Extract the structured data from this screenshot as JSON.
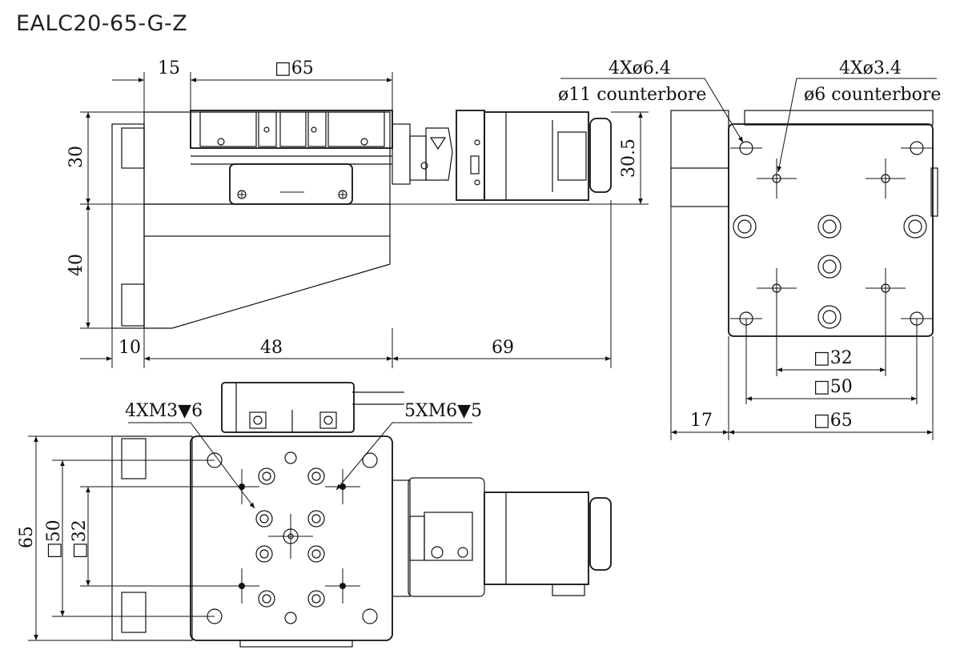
{
  "title": "EALC20-65-G-Z",
  "front_view": {
    "dim_left": "15",
    "dim_width": "□65",
    "dim_height_upper": "30",
    "dim_height_lower": "40",
    "dim_motor_height": "30.5",
    "dim_bottom_left": "10",
    "dim_bottom_mid": "48",
    "dim_bottom_right": "69"
  },
  "side_view": {
    "hole_note_1_line1": "4Xø6.4",
    "hole_note_1_line2": "ø11 counterbore",
    "hole_note_2_line1": "4Xø3.4",
    "hole_note_2_line2": "ø6 counterbore",
    "dim_32": "□32",
    "dim_50": "□50",
    "dim_65": "□65",
    "dim_17": "17"
  },
  "top_view": {
    "thread_note_1": "4XM3▼6",
    "thread_note_2": "5XM6▼5",
    "dim_65": "65",
    "dim_50": "□50",
    "dim_32": "□32"
  }
}
